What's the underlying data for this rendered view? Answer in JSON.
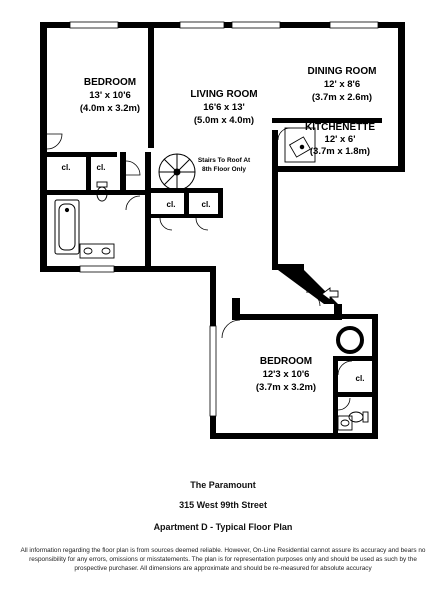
{
  "rooms": {
    "bedroom1": {
      "name": "BEDROOM",
      "dim_imperial": "13' x 10'6",
      "dim_metric": "(4.0m x 3.2m)"
    },
    "living": {
      "name": "LIVING ROOM",
      "dim_imperial": "16'6 x 13'",
      "dim_metric": "(5.0m x 4.0m)"
    },
    "dining": {
      "name": "DINING ROOM",
      "dim_imperial": "12' x 8'6",
      "dim_metric": "(3.7m x 2.6m)"
    },
    "kitchenette": {
      "name": "KITCHENETTE",
      "dim_imperial": "12' x 6'",
      "dim_metric": "(3.7m x 1.8m)"
    },
    "bedroom2": {
      "name": "BEDROOM",
      "dim_imperial": "12'3 x 10'6",
      "dim_metric": "(3.7m x 3.2m)"
    }
  },
  "closet_label": "cl.",
  "stairs_note": {
    "line1": "Stairs To Roof At",
    "line2": "8th Floor Only"
  },
  "footer": {
    "building": "The Paramount",
    "address": "315 West 99th Street",
    "plan_title": "Apartment D - Typical Floor Plan",
    "disclaimer": "All information regarding the floor plan is from sources deemed reliable.  However, On-Line Residential cannot assure its accuracy and bears no responsibility for any errors, omissions or misstatements.  The plan is for representation purposes only and should be used as such by the prospective purchaser.  All dimensions are approximate and should be re-measured for absolute accuracy"
  }
}
